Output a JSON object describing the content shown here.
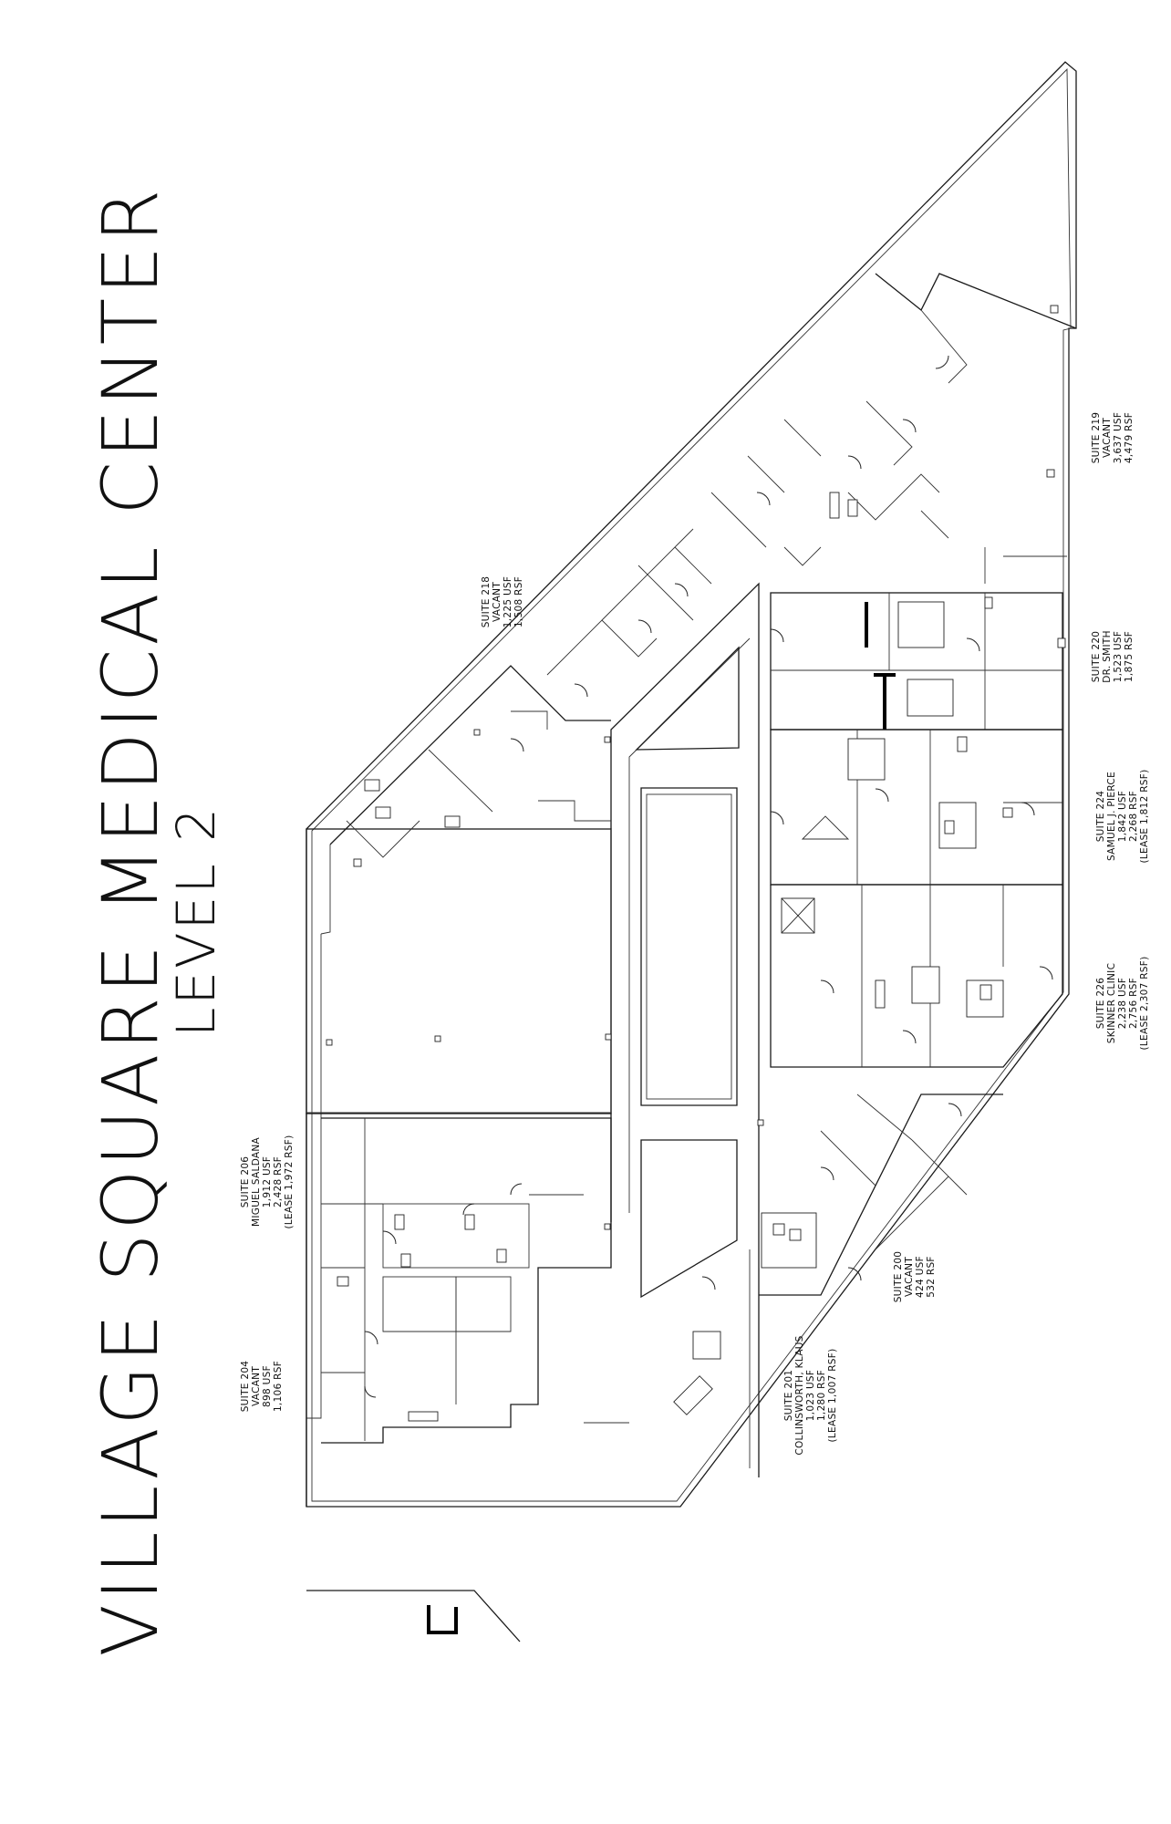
{
  "title": "VILLAGE SQUARE MEDICAL CENTER",
  "subtitle": "LEVEL 2",
  "suites": {
    "s200": [
      "SUITE 200",
      "VACANT",
      "424 USF",
      "532 RSF"
    ],
    "s201": [
      "SUITE 201",
      "COLLINSWORTH, KLAUS",
      "1,023 USF",
      "1,280 RSF",
      "(LEASE 1,007 RSF)"
    ],
    "s204": [
      "SUITE 204",
      "VACANT",
      "898 USF",
      "1,106 RSF"
    ],
    "s206": [
      "SUITE 206",
      "MIGUEL SALDANA",
      "1,912 USF",
      "2,428 RSF",
      "(LEASE 1,972 RSF)"
    ],
    "s218": [
      "SUITE 218",
      "VACANT",
      "1,225 USF",
      "1,508 RSF"
    ],
    "s219": [
      "SUITE 219",
      "VACANT",
      "3,637 USF",
      "4,479 RSF"
    ],
    "s220": [
      "SUITE 220",
      "DR. SMITH",
      "1,523 USF",
      "1,875 RSF"
    ],
    "s224": [
      "SUITE 224",
      "SAMUEL J. PIERCE",
      "1,842 USF",
      "2,268 RSF",
      "(LEASE 1,812 RSF)"
    ],
    "s226": [
      "SUITE 226",
      "SKINNER CLINIC",
      "2,238 USF",
      "2,756 RSF",
      "(LEASE 2,307 RSF)"
    ]
  }
}
